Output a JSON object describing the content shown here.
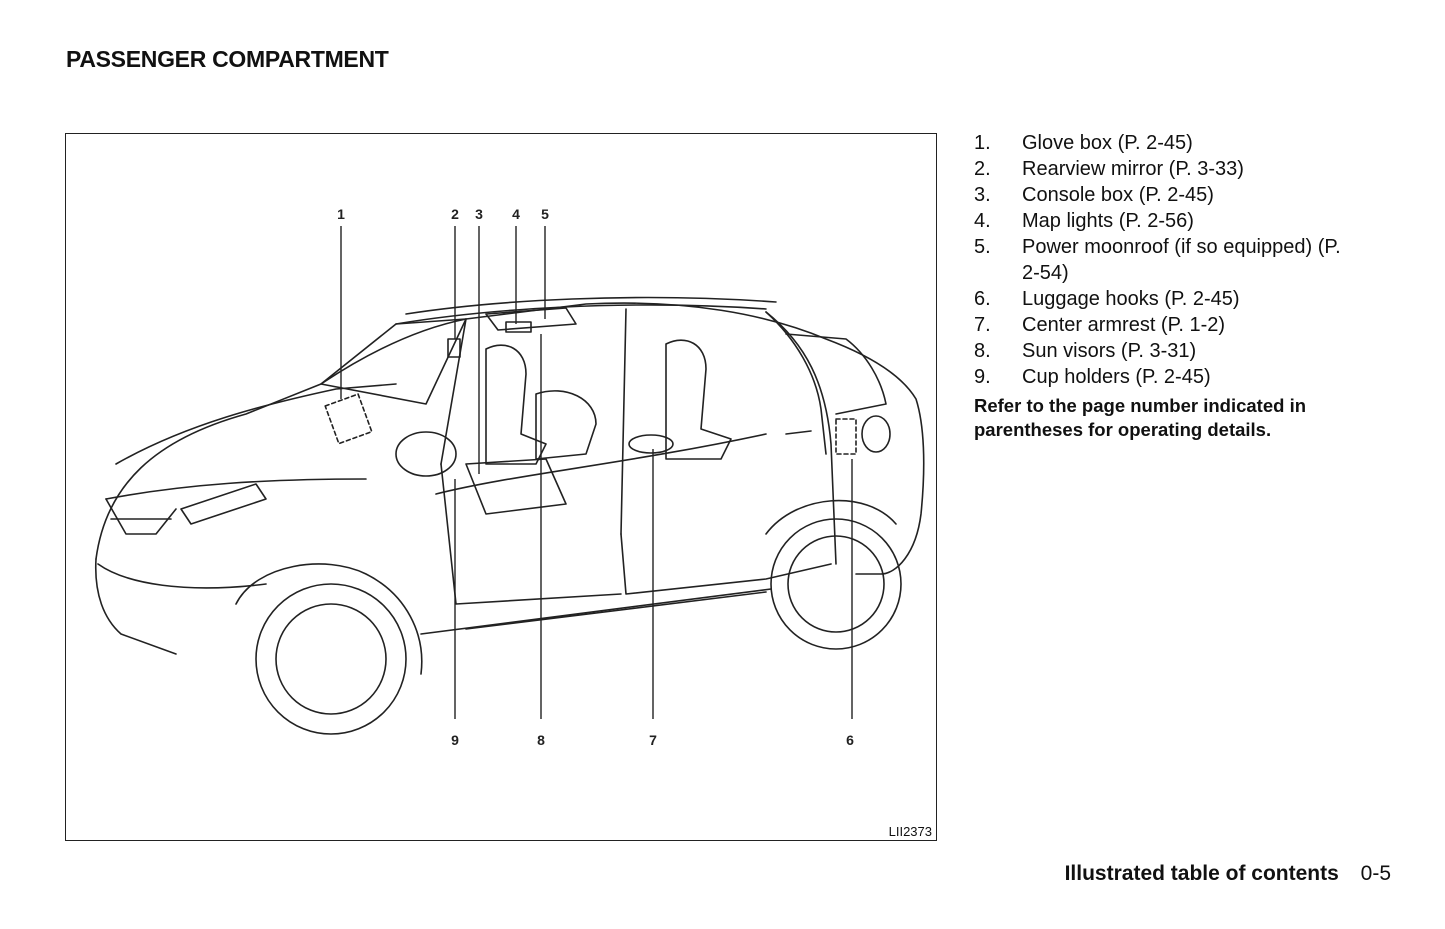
{
  "page_title": "PASSENGER COMPARTMENT",
  "figure": {
    "id": "LII2373",
    "callouts": [
      "1",
      "2",
      "3",
      "4",
      "5",
      "6",
      "7",
      "8",
      "9"
    ]
  },
  "legend": {
    "items": [
      {
        "num": "1.",
        "text": "Glove box (P. 2-45)"
      },
      {
        "num": "2.",
        "text": "Rearview mirror (P. 3-33)"
      },
      {
        "num": "3.",
        "text": "Console box (P. 2-45)"
      },
      {
        "num": "4.",
        "text": "Map lights (P. 2-56)"
      },
      {
        "num": "5.",
        "text": "Power moonroof (if so equipped) (P. 2-54)"
      },
      {
        "num": "6.",
        "text": "Luggage hooks (P. 2-45)"
      },
      {
        "num": "7.",
        "text": "Center armrest (P. 1-2)"
      },
      {
        "num": "8.",
        "text": "Sun visors (P. 3-31)"
      },
      {
        "num": "9.",
        "text": "Cup holders (P. 2-45)"
      }
    ],
    "note": "Refer to the page number indicated in parentheses for operating details."
  },
  "footer": {
    "section": "Illustrated table of contents",
    "page": "0-5"
  }
}
